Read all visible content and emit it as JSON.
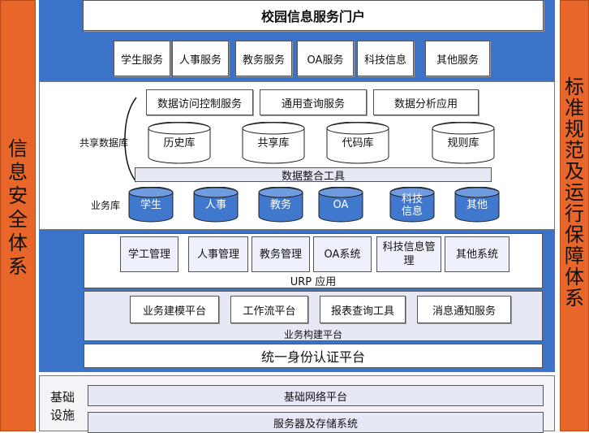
{
  "side": {
    "left": [
      "信",
      "息",
      "安",
      "全",
      "体",
      "系"
    ],
    "right": [
      "标",
      "准",
      "规",
      "范",
      "及",
      "运",
      "行",
      "保",
      "障",
      "体",
      "系"
    ]
  },
  "portal": {
    "title": "校园信息服务门户",
    "services": [
      "学生服务",
      "人事服务",
      "教务服务",
      "OA服务",
      "科技信息",
      "其他服务"
    ]
  },
  "data_layer": {
    "top_services": [
      "数据访问控制服务",
      "通用查询服务",
      "数据分析应用"
    ],
    "shared_label": "共享数据库",
    "shared_dbs": [
      "历史库",
      "共享库",
      "代码库",
      "规则库"
    ],
    "integration": "数据整合工具",
    "business_label": "业务库",
    "business_dbs": [
      "学生",
      "人事",
      "教务",
      "OA",
      "科技\n信息",
      "其他"
    ]
  },
  "app_layer": {
    "systems": [
      "学工管理",
      "人事管理",
      "教务管理",
      "OA系统",
      "科技信息管\n理",
      "其他系统"
    ],
    "urp": "URP 应用",
    "platforms": [
      "业务建模平台",
      "工作流平台",
      "报表查询工具",
      "消息通知服务"
    ],
    "platform_label": "业务构建平台",
    "auth": "统一身份认证平台"
  },
  "infra": {
    "label": "基础\n设施",
    "rows": [
      "基础网络平台",
      "服务器及存储系统"
    ]
  },
  "colors": {
    "accent_orange": "#e8662a",
    "layer_blue": "#3a73c8",
    "db_blue": "#3f78cc",
    "panel": "#e6e8f6"
  }
}
